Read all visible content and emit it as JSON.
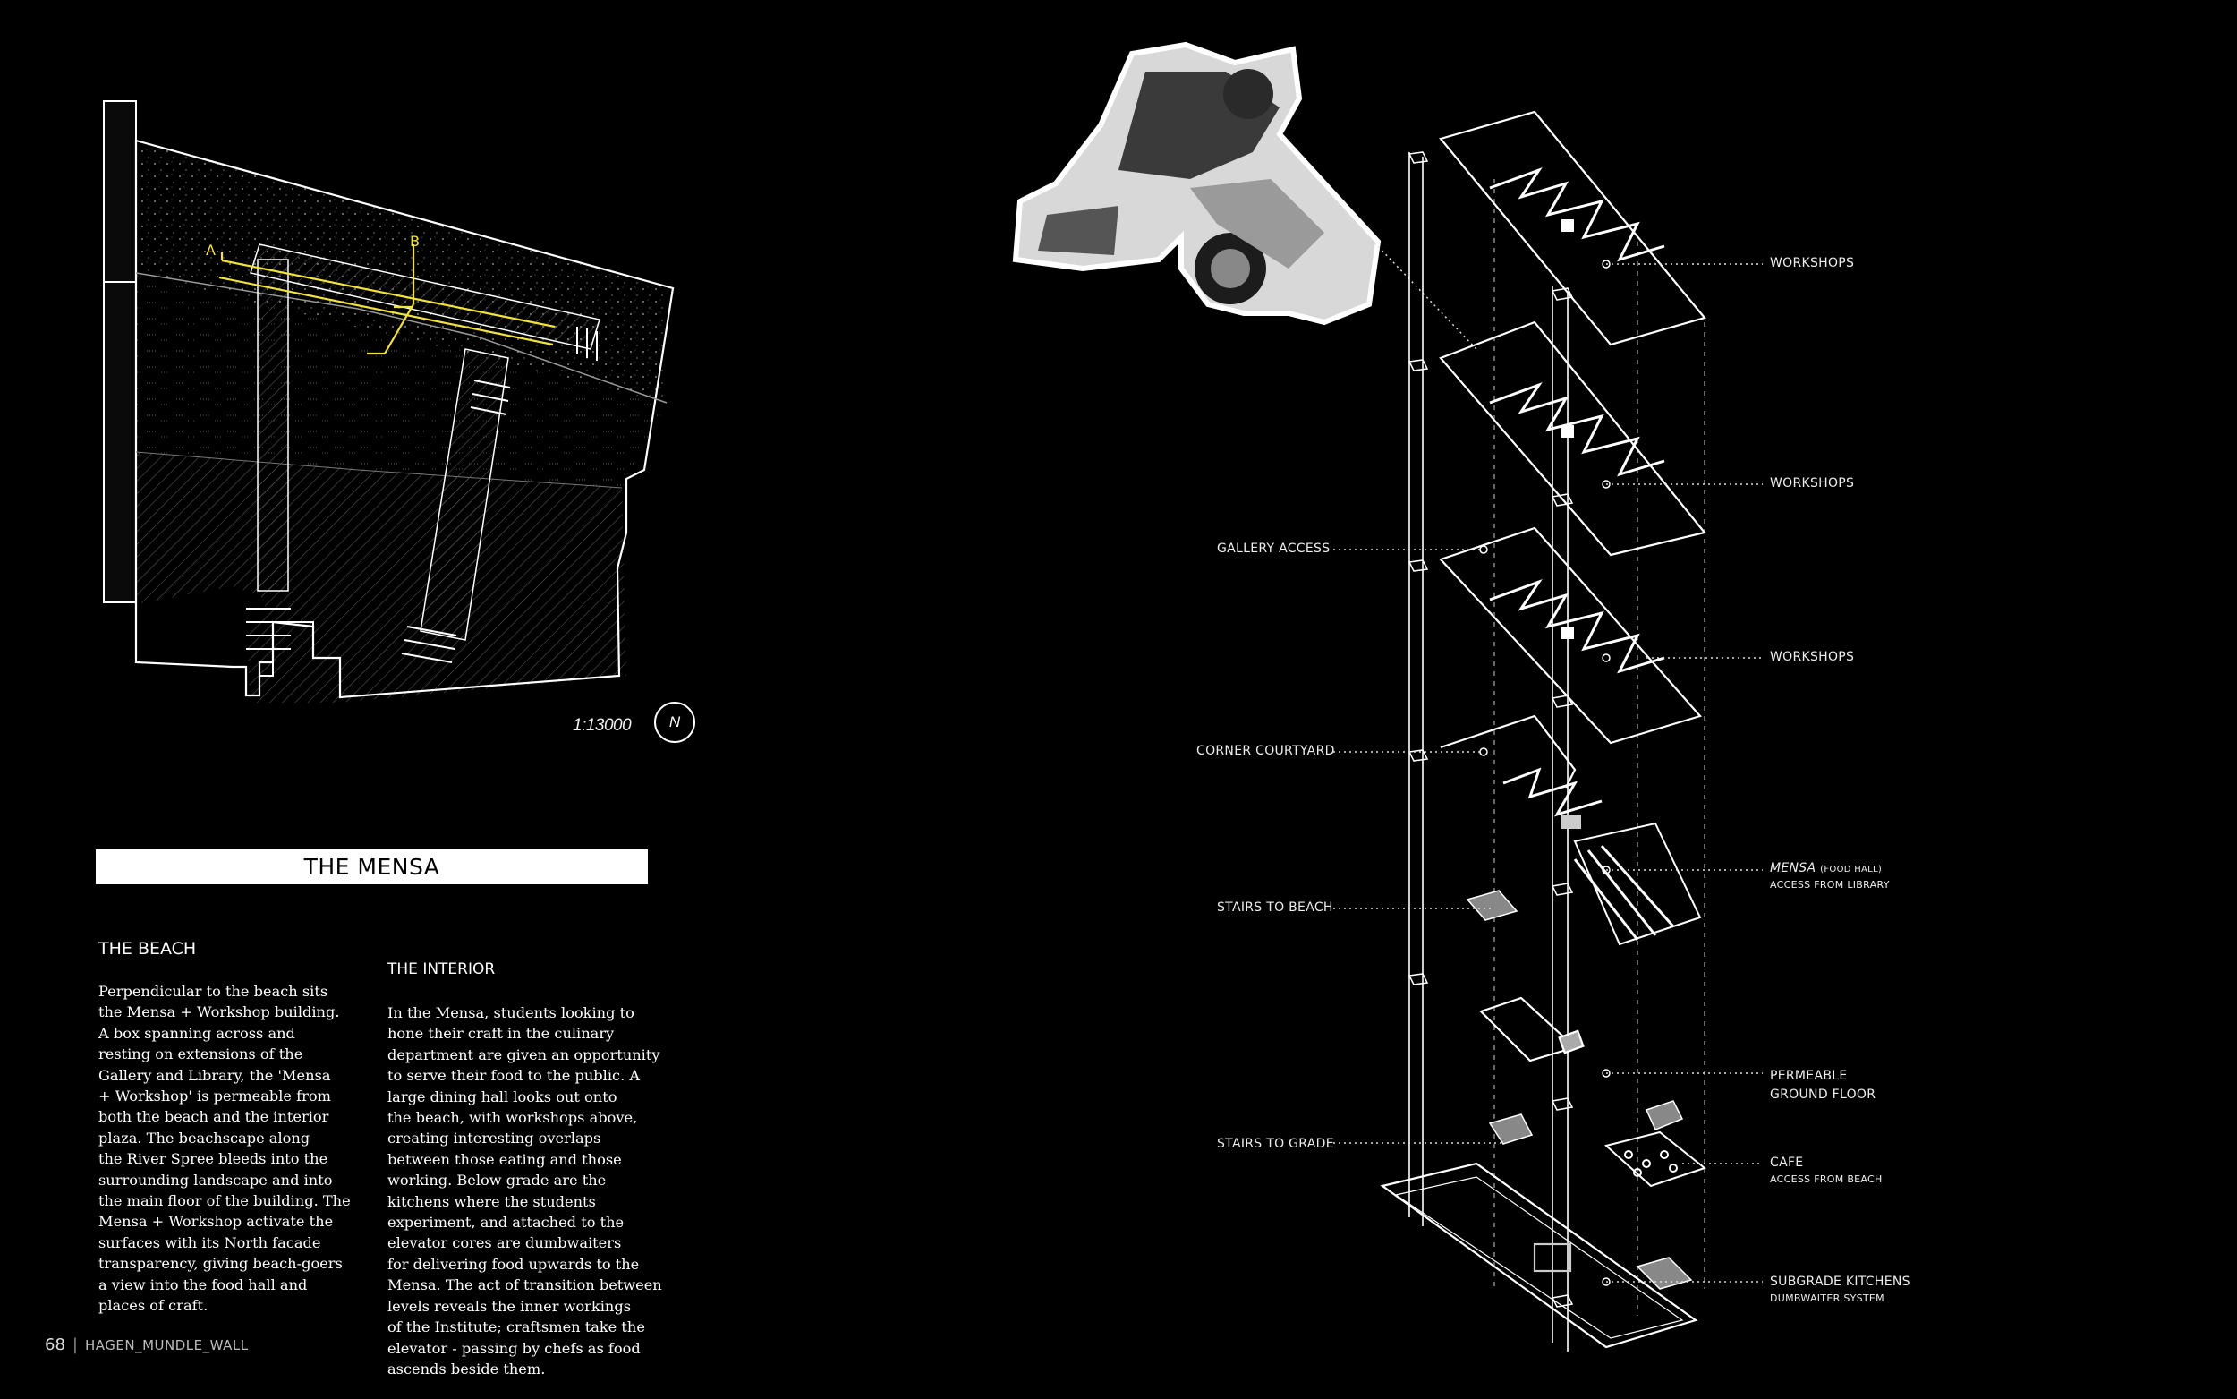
{
  "site_plan": {
    "section_marks": [
      "A",
      "B"
    ],
    "scale": "1:13000",
    "north": "N"
  },
  "title": "THE MENSA",
  "beach": {
    "heading": "THE BEACH",
    "text": "Perpendicular to the beach sits\nthe Mensa + Workshop building.\nA box spanning across and\nresting on extensions of the\nGallery and Library, the 'Mensa\n+ Workshop' is permeable from\nboth the beach and the interior\nplaza. The beachscape along\nthe River Spree bleeds into the\nsurrounding landscape and into\nthe main floor of the building. The\nMensa + Workshop activate the\nsurfaces with its North facade\ntransparency, giving beach-goers\na view into the food hall and\nplaces of craft."
  },
  "interior": {
    "heading": "THE INTERIOR",
    "text": "In the Mensa, students looking to\nhone their craft in the culinary\ndepartment are given an opportunity\nto serve their food to the public.  A\nlarge dining hall looks out onto\nthe beach, with workshops above,\ncreating interesting overlaps\nbetween those eating and those\nworking.  Below grade are the\nkitchens where the students\nexperiment, and attached to the\nelevator cores are dumbwaiters\nfor delivering food upwards to the\nMensa. The act of transition between\nlevels reveals the inner workings\nof the Institute; craftsmen take the\nelevator - passing by chefs as food\nascends beside them."
  },
  "footer": {
    "page": "68",
    "project": "HAGEN_MUNDLE_WALL"
  },
  "callouts_right": {
    "workshops_1": "WORKSHOPS",
    "workshops_2": "WORKSHOPS",
    "workshops_3": "WORKSHOPS",
    "mensa": "MENSA",
    "mensa_note": "(FOOD HALL)",
    "mensa_sub": "ACCESS FROM LIBRARY",
    "permeable_1": "PERMEABLE",
    "permeable_2": "GROUND FLOOR",
    "cafe": "CAFE",
    "cafe_sub": "ACCESS FROM BEACH",
    "kitchens": "SUBGRADE KITCHENS",
    "kitchens_sub": "DUMBWAITER SYSTEM"
  },
  "callouts_left": {
    "gallery": "GALLERY ACCESS",
    "courtyard": "CORNER COURTYARD",
    "stairs_beach": "STAIRS TO BEACH",
    "stairs_grade": "STAIRS TO GRADE"
  },
  "colors": {
    "background": "#000000",
    "line": "#ffffff",
    "highlight": "#f2e33a"
  }
}
